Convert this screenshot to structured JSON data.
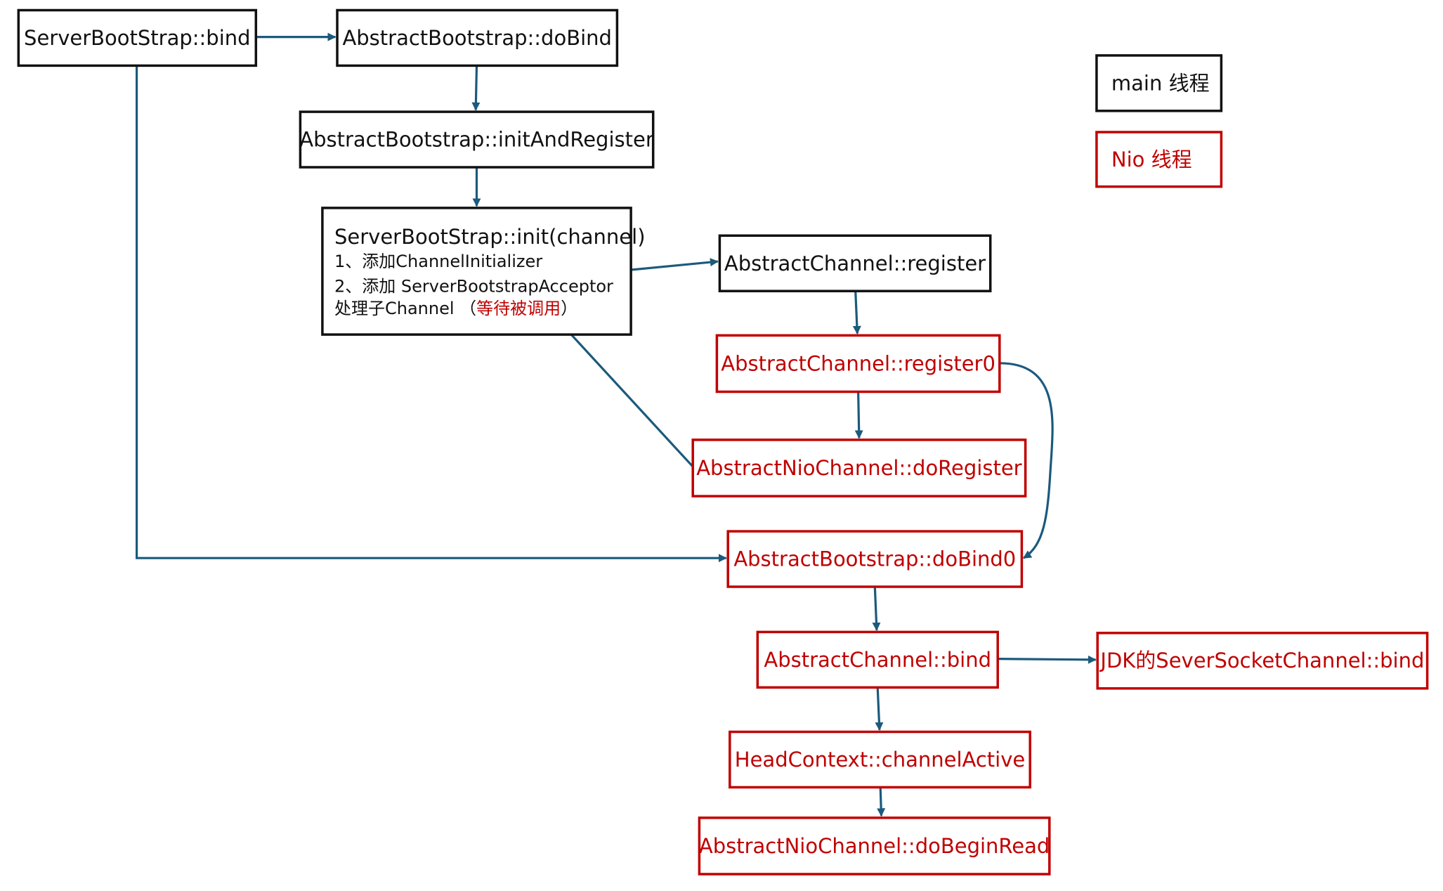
{
  "colors": {
    "main": "#111111",
    "nio": "#c00000",
    "edge": "#1b5a7c"
  },
  "nodes": [
    {
      "id": "serverbootstrap-bind",
      "thread": "main",
      "lines": [
        {
          "text": "ServerBootStrap::bind"
        }
      ]
    },
    {
      "id": "abstractbootstrap-dobind",
      "thread": "main",
      "lines": [
        {
          "text": "AbstractBootstrap::doBind"
        }
      ]
    },
    {
      "id": "abstractbootstrap-initandregister",
      "thread": "main",
      "lines": [
        {
          "text": "AbstractBootstrap::initAndRegister"
        }
      ]
    },
    {
      "id": "serverbootstrap-init",
      "thread": "main",
      "lines": [
        {
          "text": "ServerBootStrap::init(channel)"
        },
        {
          "text": "1、添加ChannelInitializer"
        },
        {
          "text": "2、添加 ServerBootstrapAcceptor"
        },
        {
          "text": "处理子Channel （",
          "highlight": "等待被调用",
          "tail": "）"
        }
      ]
    },
    {
      "id": "abstractchannel-register",
      "thread": "main",
      "lines": [
        {
          "text": "AbstractChannel::register"
        }
      ]
    },
    {
      "id": "abstractchannel-register0",
      "thread": "nio",
      "lines": [
        {
          "text": "AbstractChannel::register0"
        }
      ]
    },
    {
      "id": "abstractniochannel-doregister",
      "thread": "nio",
      "lines": [
        {
          "text": "AbstractNioChannel::doRegister"
        }
      ]
    },
    {
      "id": "abstractbootstrap-dobind0",
      "thread": "nio",
      "lines": [
        {
          "text": "AbstractBootstrap::doBind0"
        }
      ]
    },
    {
      "id": "abstractchannel-bind",
      "thread": "nio",
      "lines": [
        {
          "text": "AbstractChannel::bind"
        }
      ]
    },
    {
      "id": "jdk-serversocketchannel-bind",
      "thread": "nio",
      "lines": [
        {
          "text": "JDK的SeverSocketChannel::bind"
        }
      ]
    },
    {
      "id": "headcontext-channelactive",
      "thread": "nio",
      "lines": [
        {
          "text": "HeadContext::channelActive"
        }
      ]
    },
    {
      "id": "abstractniochannel-dobeginread",
      "thread": "nio",
      "lines": [
        {
          "text": "AbstractNioChannel::doBeginRead"
        }
      ]
    },
    {
      "id": "legend-main",
      "thread": "main",
      "lines": [
        {
          "text": "main 线程"
        }
      ]
    },
    {
      "id": "legend-nio",
      "thread": "nio",
      "lines": [
        {
          "text": "Nio 线程"
        }
      ]
    }
  ],
  "edges": [
    {
      "from": "serverbootstrap-bind",
      "to": "abstractbootstrap-dobind"
    },
    {
      "from": "abstractbootstrap-dobind",
      "to": "abstractbootstrap-initandregister"
    },
    {
      "from": "abstractbootstrap-initandregister",
      "to": "serverbootstrap-init"
    },
    {
      "from": "serverbootstrap-init",
      "to": "abstractchannel-register"
    },
    {
      "from": "abstractchannel-register",
      "to": "abstractchannel-register0"
    },
    {
      "from": "abstractchannel-register0",
      "to": "abstractniochannel-doregister"
    },
    {
      "from": "abstractniochannel-doregister",
      "to": "serverbootstrap-init"
    },
    {
      "from": "abstractchannel-register0",
      "to": "abstractbootstrap-dobind0"
    },
    {
      "from": "serverbootstrap-bind",
      "to": "abstractbootstrap-dobind0"
    },
    {
      "from": "abstractbootstrap-dobind0",
      "to": "abstractchannel-bind"
    },
    {
      "from": "abstractchannel-bind",
      "to": "jdk-serversocketchannel-bind"
    },
    {
      "from": "abstractchannel-bind",
      "to": "headcontext-channelactive"
    },
    {
      "from": "headcontext-channelactive",
      "to": "abstractniochannel-dobeginread"
    }
  ]
}
